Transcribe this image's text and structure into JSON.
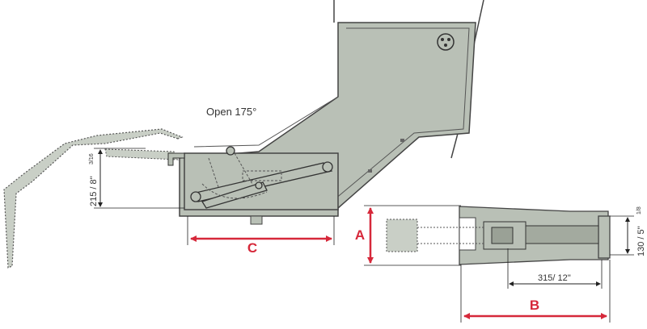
{
  "labels": {
    "open": "Open 175°",
    "dim_215": "215 / 8''",
    "dim_215_frac": "3/16",
    "dim_130": "130 / 5''",
    "dim_130_frac": "1/8",
    "dim_315": "315/ 12''",
    "marker_a": "A",
    "marker_b": "B",
    "marker_c": "C"
  },
  "colors": {
    "body_fill": "#b9c0b6",
    "outline": "#444444",
    "dotted_fill": "#c9cfc6",
    "accent_red": "#d6283a",
    "dim_line": "#222222",
    "background": "#ffffff"
  },
  "icons": {
    "cable_port": "three-hole-socket-icon"
  }
}
